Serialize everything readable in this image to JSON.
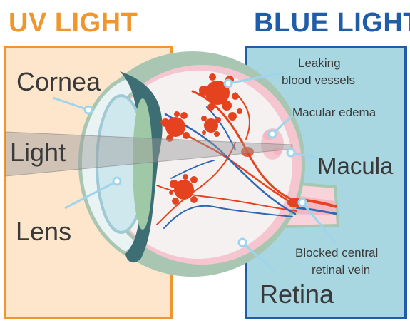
{
  "headers": {
    "uv": "UV LIGHT",
    "blue": "BLUE LIGHT"
  },
  "labels": {
    "cornea": "Cornea",
    "light": "Light",
    "lens": "Lens",
    "macula": "Macula",
    "retina": "Retina",
    "leaking_line1": "Leaking",
    "leaking_line2": "blood vessels",
    "macular_edema": "Macular edema",
    "blocked_line1": "Blocked central",
    "blocked_line2": "retinal vein"
  },
  "colors": {
    "uv_orange": "#F0962E",
    "uv_fill": "#FDE6CC",
    "blue_header": "#1F5DA8",
    "blue_fill": "#A9D7E1",
    "eye_outer": "#A9C6B2",
    "eye_dark": "#3D6E74",
    "eye_inner": "#F4F1F0",
    "retina_pink": "#F5C6D0",
    "blood_red": "#E5431F",
    "vein_blue": "#2E68B5",
    "pointer": "#9ED4EC"
  },
  "icons": {
    "leak": "blood-splatter-icon",
    "pointer_dot": "pointer-dot-icon"
  }
}
